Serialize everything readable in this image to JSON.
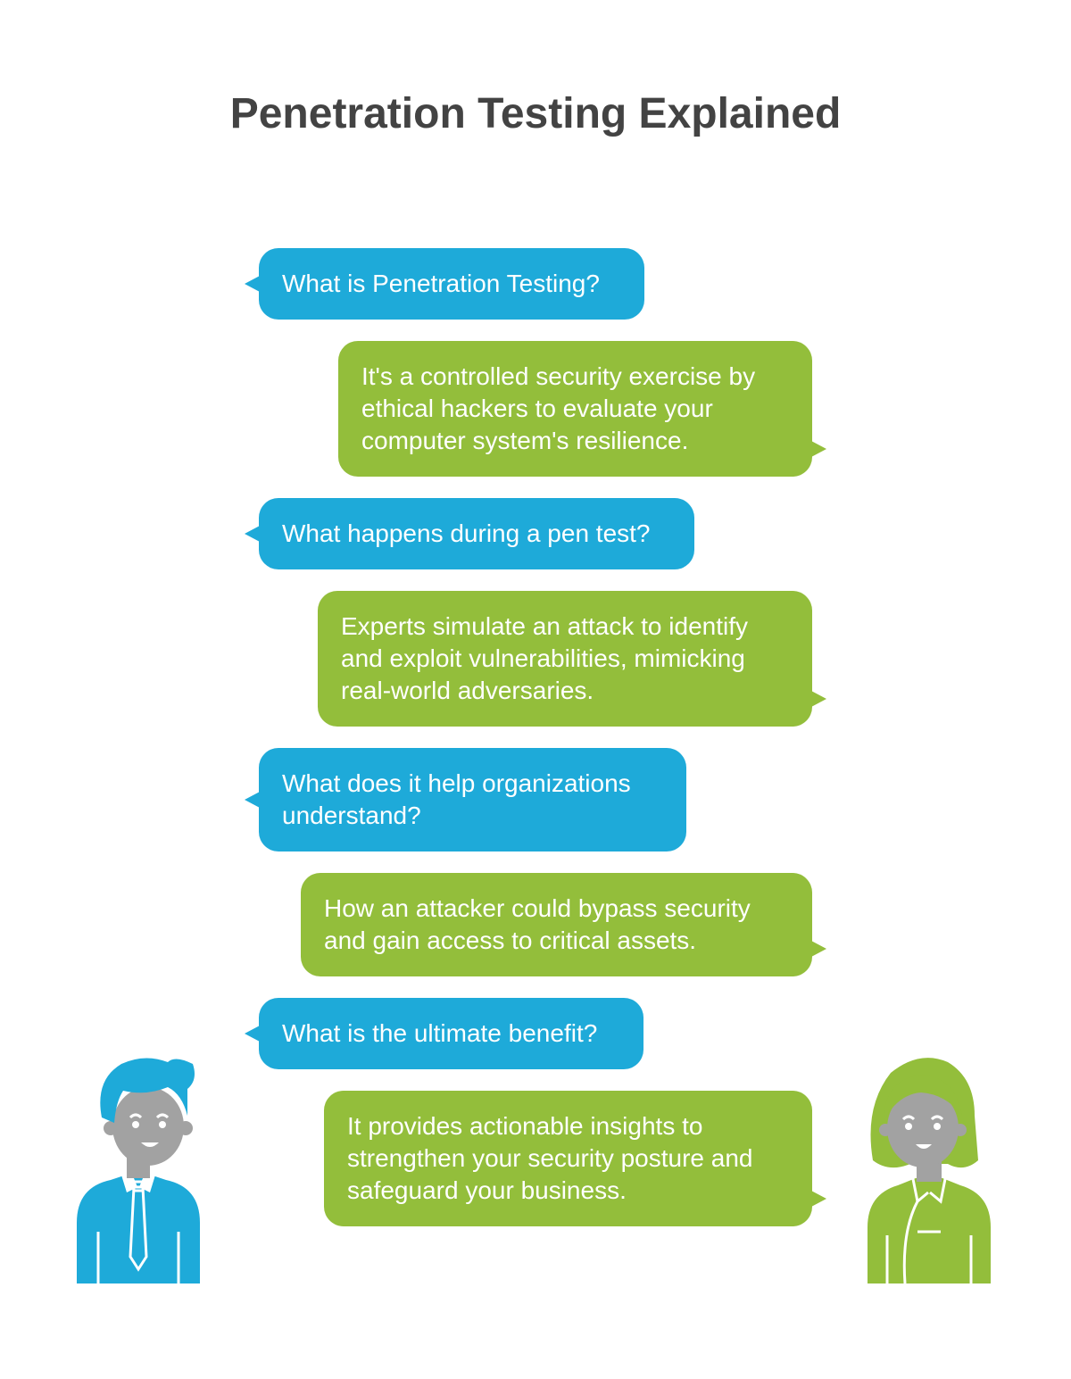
{
  "title": "Penetration Testing Explained",
  "colors": {
    "question": "#1eaad9",
    "answer": "#93be3b",
    "title": "#434343",
    "skin": "#a2a2a2"
  },
  "conversation": [
    {
      "speaker": "man",
      "text": "What is Penetration Testing?"
    },
    {
      "speaker": "woman",
      "text": "It's a controlled security exercise by ethical hackers to evaluate your computer system's resilience."
    },
    {
      "speaker": "man",
      "text": "What happens during a pen test?"
    },
    {
      "speaker": "woman",
      "text": "Experts simulate an attack to identify and exploit vulnerabilities, mimicking real-world adversaries."
    },
    {
      "speaker": "man",
      "text": "What does it help organizations understand?"
    },
    {
      "speaker": "woman",
      "text": "How an attacker could bypass security and gain access to critical assets."
    },
    {
      "speaker": "man",
      "text": "What is the ultimate benefit?"
    },
    {
      "speaker": "woman",
      "text": "It provides actionable insights to strengthen your security posture and safeguard your business."
    }
  ],
  "icons": {
    "left_person": "man-avatar-icon",
    "right_person": "woman-avatar-icon"
  }
}
